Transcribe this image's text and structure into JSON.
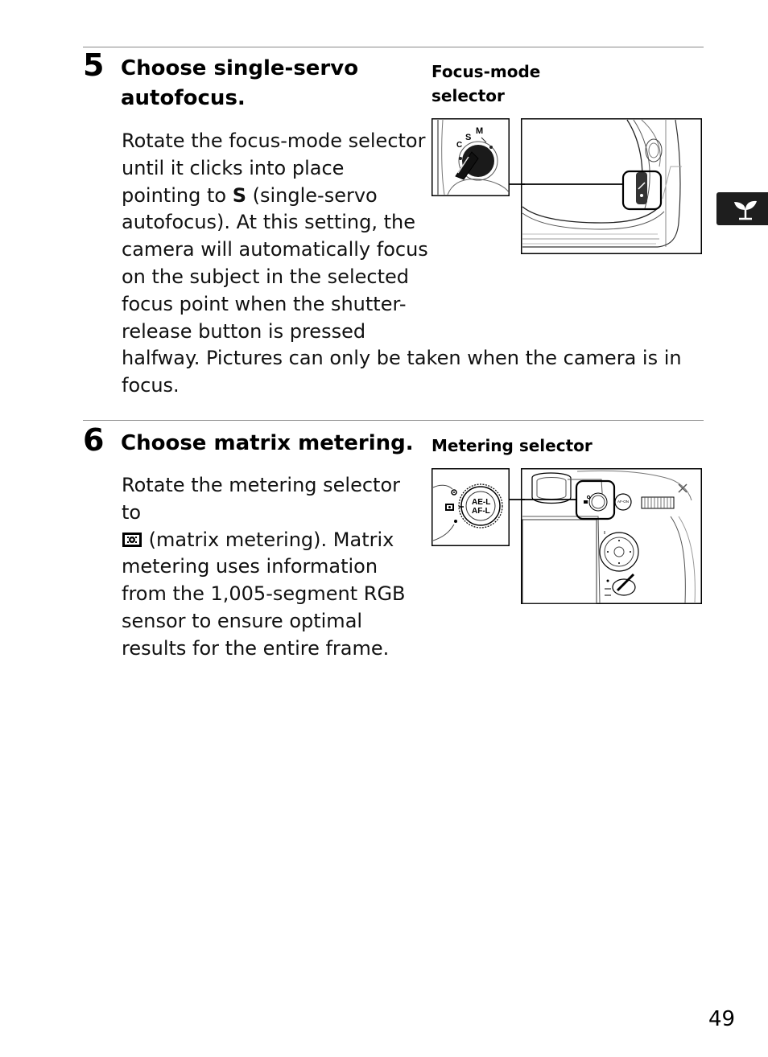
{
  "steps": [
    {
      "number": "5",
      "title_line1": "Choose single-servo",
      "title_line2": "autofocus.",
      "caption_line1": "Focus-mode",
      "caption_line2": "selector",
      "lines": [
        "Rotate the focus-mode selector",
        "until it clicks into place",
        "(single-servo",
        "autofocus).  At this setting, the",
        "camera will automatically focus",
        "on the subject in the selected",
        "focus point when the shutter-",
        "release button is pressed",
        "halfway.  Pictures can only be taken when the camera is in",
        "focus."
      ],
      "pointing_to": "pointing to",
      "mode_letter": "S",
      "dial_labels": {
        "c": "C",
        "s": "S",
        "m": "M"
      }
    },
    {
      "number": "6",
      "title": "Choose matrix metering.",
      "caption": "Metering selector",
      "lines": [
        "Rotate the metering selector to",
        "(matrix metering).  Matrix",
        "metering uses information",
        "from the 1,005-segment RGB",
        "sensor to ensure optimal",
        "results for the entire frame."
      ],
      "dial_labels": {
        "ae": "AE-L",
        "af": "AF-L",
        "afon": "AF-ON"
      }
    }
  ],
  "tab_icon": "sprout-icon",
  "page_number": "49",
  "colors": {
    "tab": "#1e1e1e",
    "rule": "#888888",
    "callout": "#000000"
  }
}
